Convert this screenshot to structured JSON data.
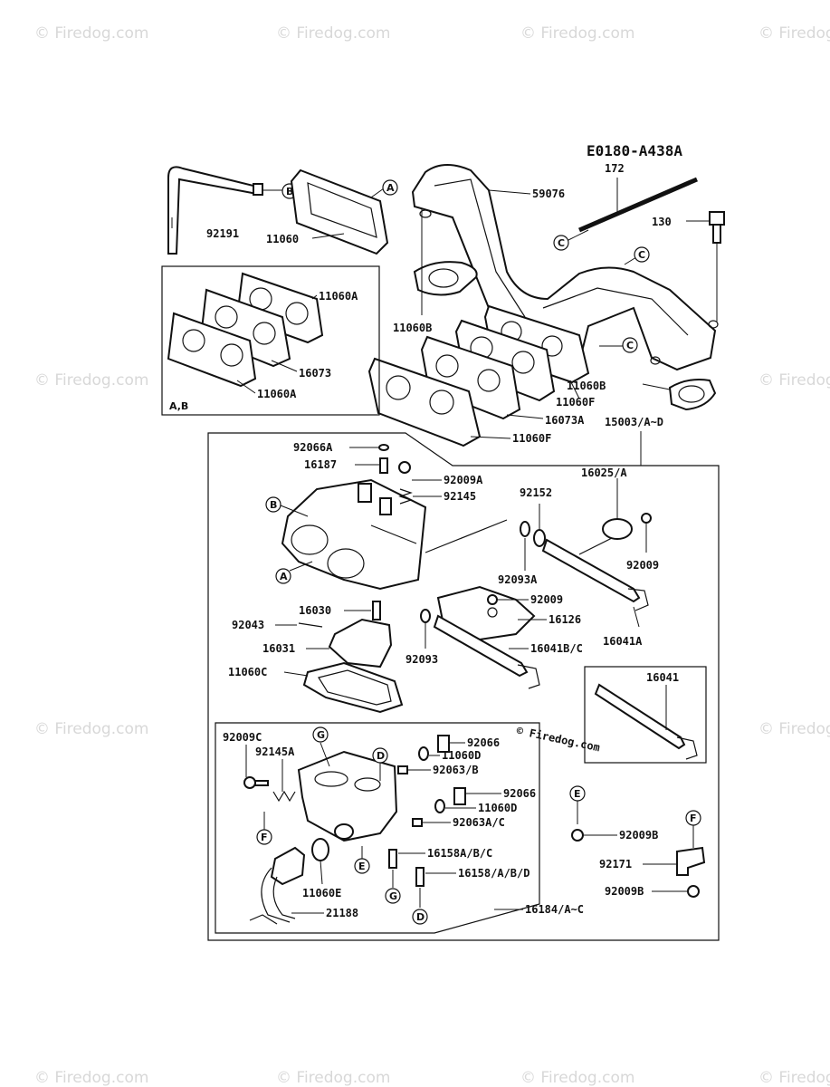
{
  "watermark": "© Firedog.com",
  "diagram_code": "E0180-A438A",
  "copyright_mark": "© Firedog.com",
  "part_labels": {
    "p172": "172",
    "p59076": "59076",
    "p130": "130",
    "p92191": "92191",
    "p11060": "11060",
    "p11060A_1": "11060A",
    "p16073": "16073",
    "p11060A_2": "11060A",
    "sub_ab": "A,B",
    "p11060B_1": "11060B",
    "p11060B_2": "11060B",
    "p11060F_1": "11060F",
    "p16073A": "16073A",
    "p11060F_2": "11060F",
    "p15003": "15003/A~D",
    "p92066A": "92066A",
    "p16187": "16187",
    "p92009A": "92009A",
    "p92145": "92145",
    "p16025": "16025/A",
    "p92152": "92152",
    "p92093A": "92093A",
    "p92009_1": "92009",
    "p92009_2": "92009",
    "p16126": "16126",
    "p16041A": "16041A",
    "p16041BC": "16041B/C",
    "p16030": "16030",
    "p92043": "92043",
    "p16031": "16031",
    "p92093": "92093",
    "p11060C": "11060C",
    "p16041": "16041",
    "p92009C": "92009C",
    "p92145A": "92145A",
    "p92066_1": "92066",
    "p11060D_1": "11060D",
    "p92063B": "92063/B",
    "p92066_2": "92066",
    "p11060D_2": "11060D",
    "p92063AC": "92063A/C",
    "p16158ABC": "16158A/B/C",
    "p16158ABD": "16158/A/B/D",
    "p11060E": "11060E",
    "p21188": "21188",
    "p16184": "16184/A~C",
    "p92009B_1": "92009B",
    "p92171": "92171",
    "p92009B_2": "92009B"
  },
  "ref_letters": {
    "A": "A",
    "B": "B",
    "C": "C",
    "D": "D",
    "E": "E",
    "F": "F",
    "G": "G"
  }
}
